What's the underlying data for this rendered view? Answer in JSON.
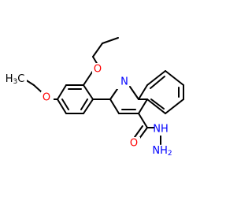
{
  "molecule": {
    "atoms": {
      "n_ring": {
        "element": "N",
        "color": "#0000ff"
      },
      "o_carbonyl": {
        "element": "O",
        "color": "#ff0000"
      },
      "n_amide": {
        "element": "NH",
        "color": "#0000ff"
      },
      "n_terminal": {
        "main": "NH",
        "sub": "2",
        "color": "#0000ff"
      },
      "o_ether_top": {
        "element": "O",
        "color": "#ff0000"
      },
      "o_ether_left": {
        "element": "O",
        "color": "#ff0000"
      },
      "methyl_left": {
        "main": "H",
        "sub": "3",
        "tail": "C",
        "color": "#000000"
      }
    }
  }
}
